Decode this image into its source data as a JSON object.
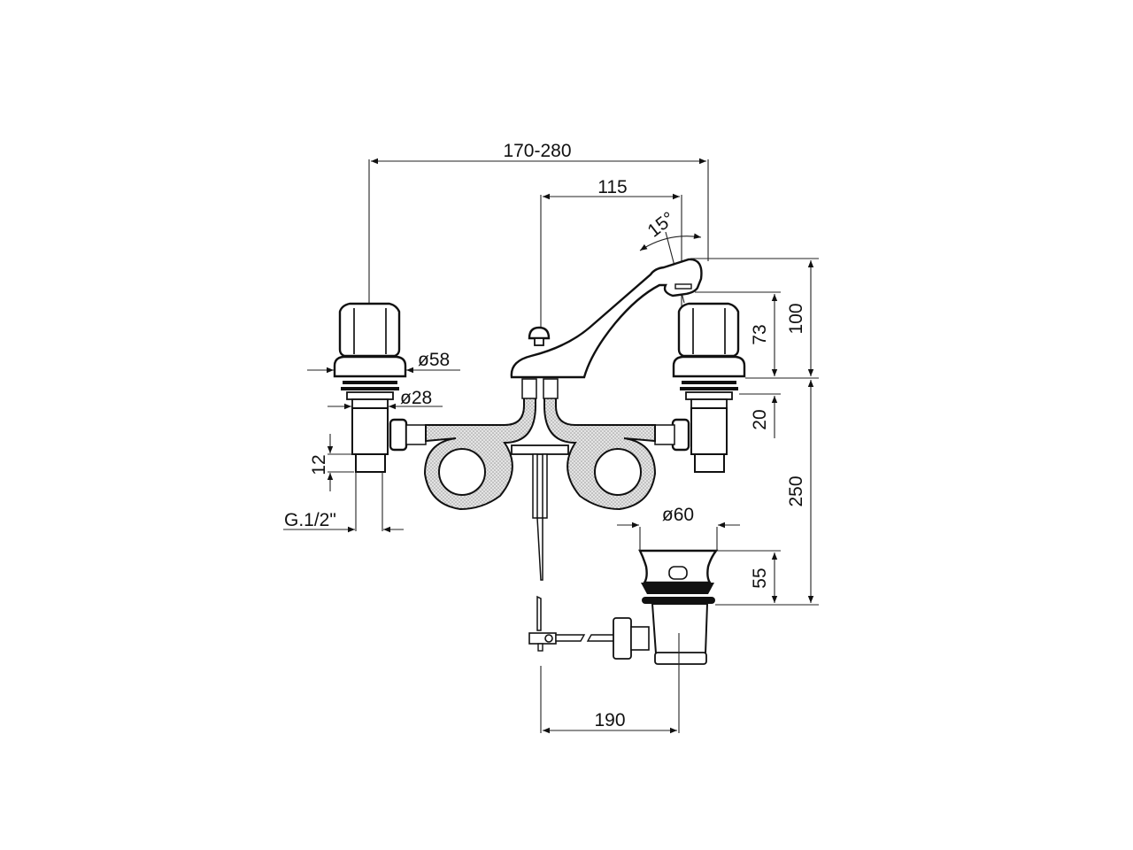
{
  "drawing": {
    "subject": "three-hole basin mixer with pop-up waste",
    "dimensions": {
      "overall_width": "170-280",
      "spout_reach": "115",
      "spout_angle": "15°",
      "height_spout": "100",
      "height_handle": "73",
      "valve_body": "20",
      "below_deck": "250",
      "handle_diameter": "ø58",
      "flange_diameter": "ø28",
      "thread_length": "12",
      "thread_size": "G.1/2\"",
      "waste_diameter": "ø60",
      "waste_height": "55",
      "rod_distance": "190"
    }
  }
}
